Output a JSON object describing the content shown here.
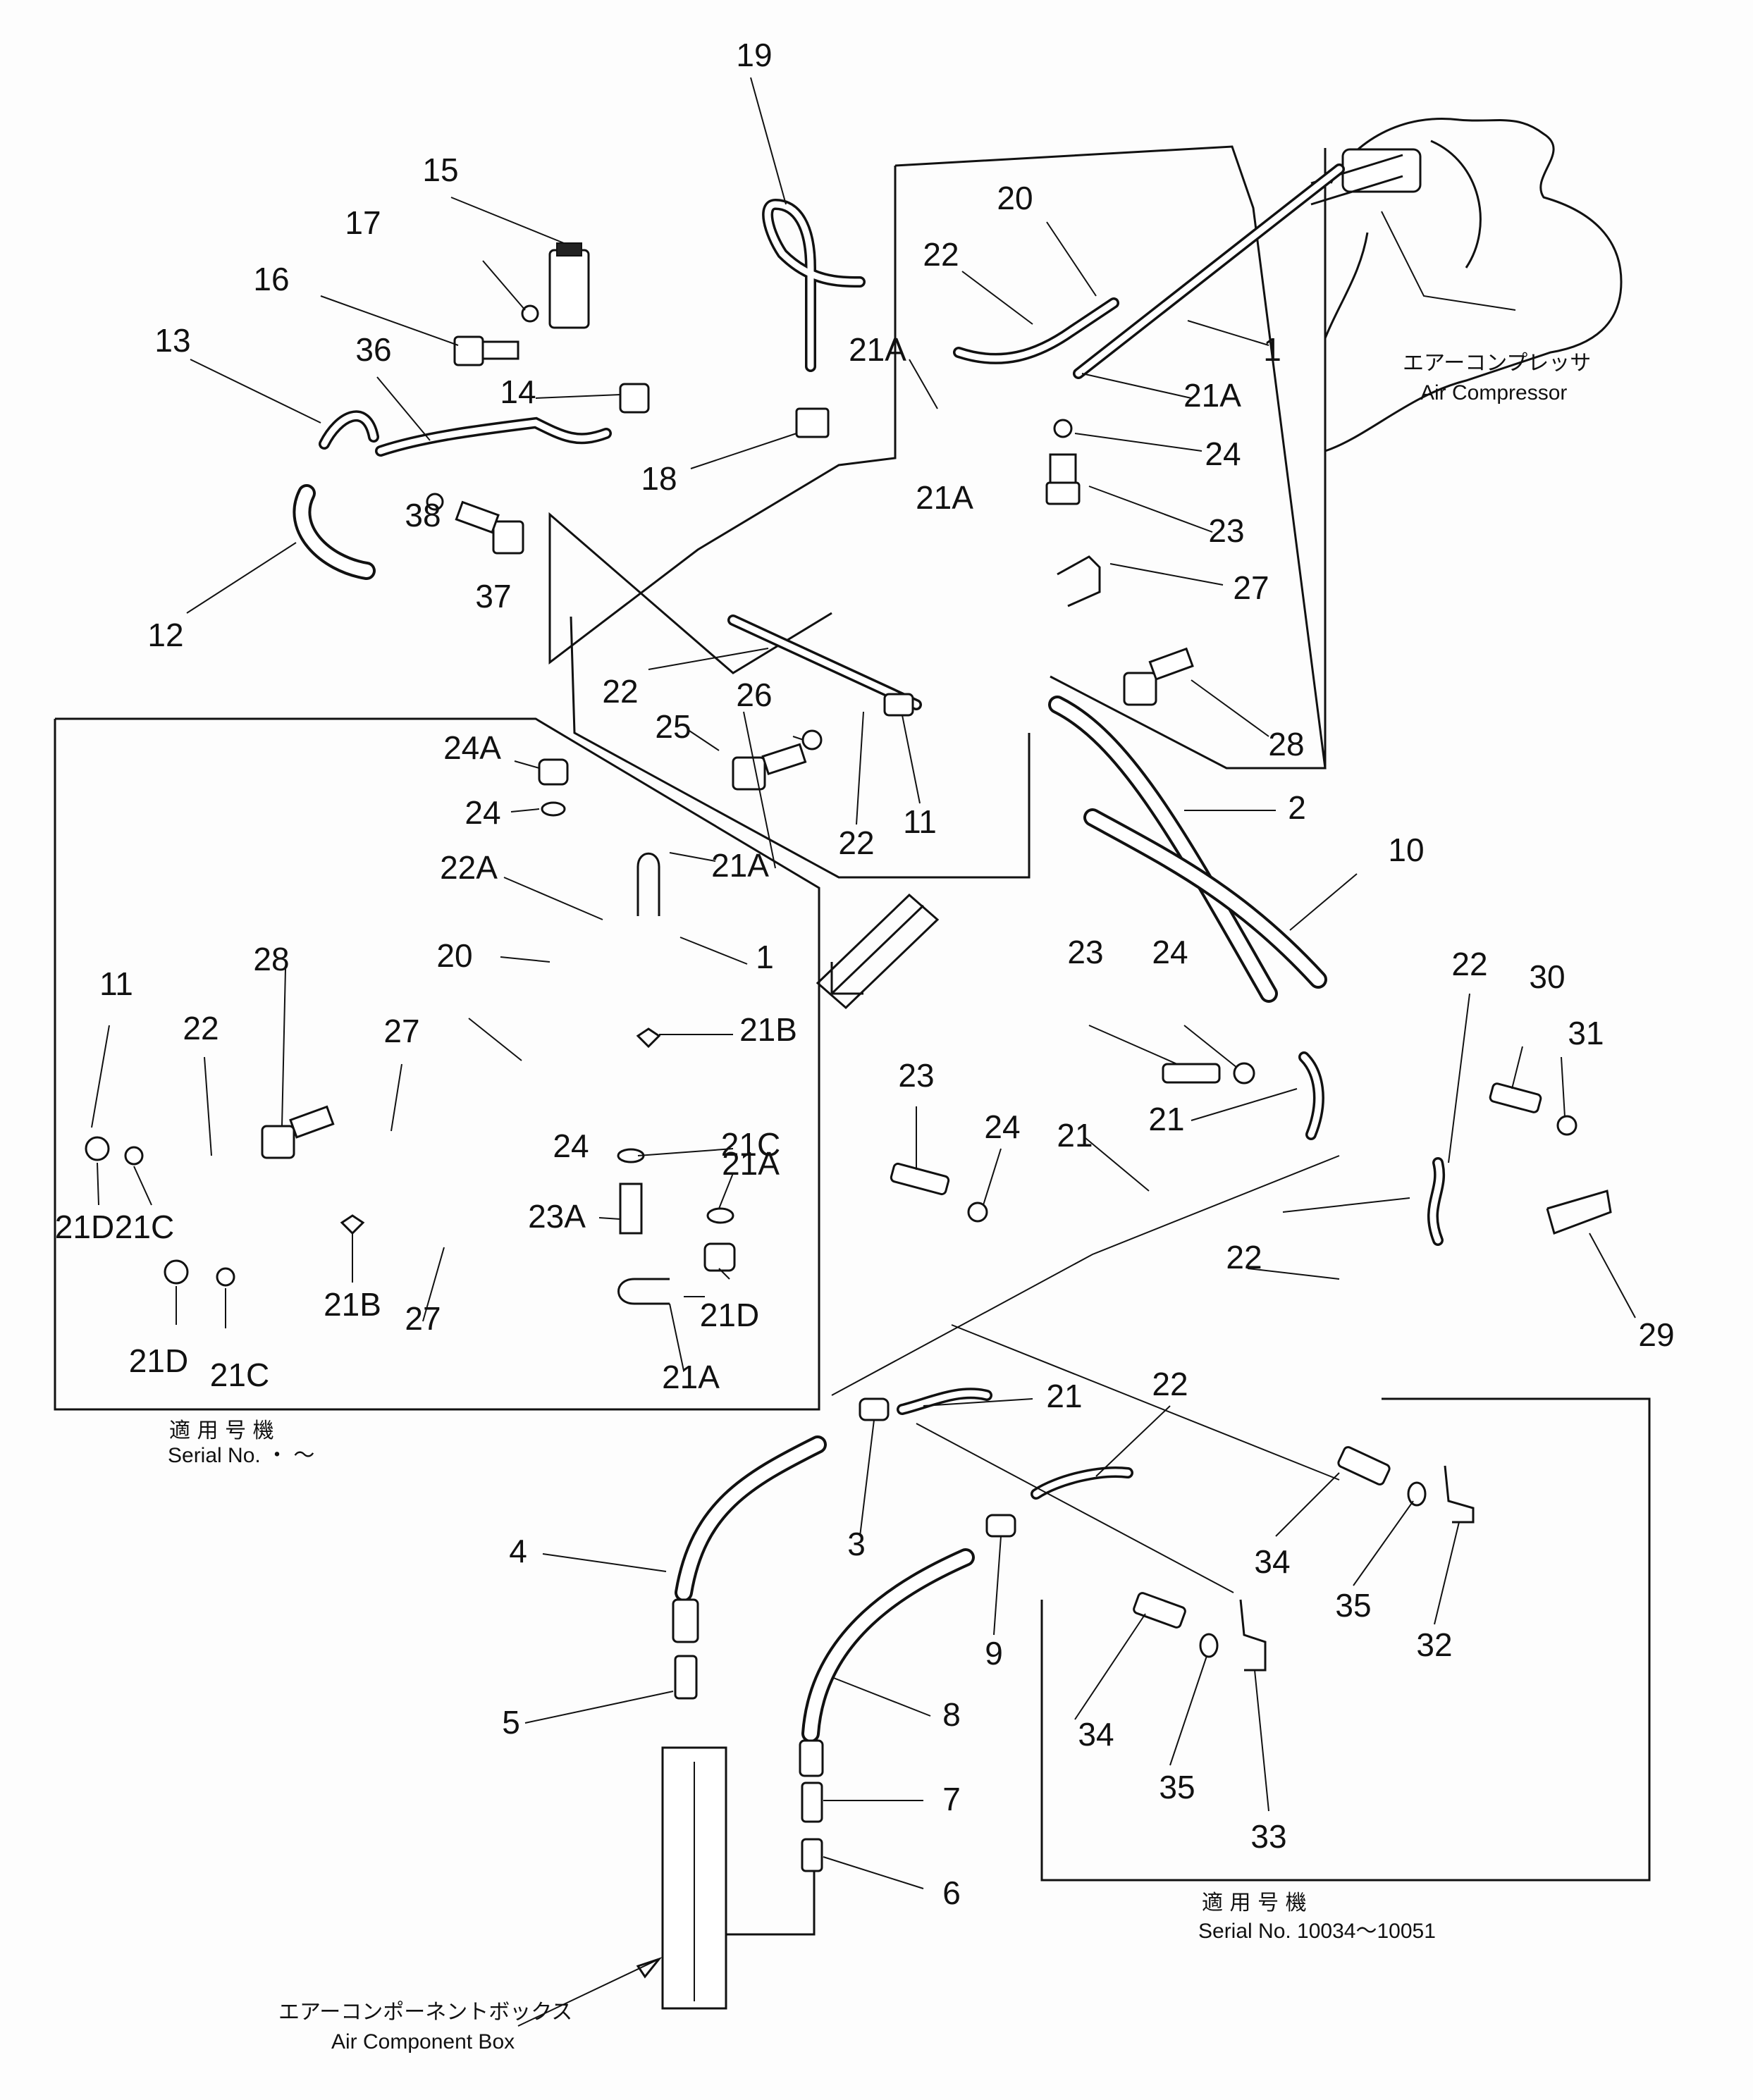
{
  "labels": [
    {
      "t": "19"
    },
    {
      "t": "15"
    },
    {
      "t": "20"
    },
    {
      "t": "17"
    },
    {
      "t": "22"
    },
    {
      "t": "16"
    },
    {
      "t": "1"
    },
    {
      "t": "13"
    },
    {
      "t": "36"
    },
    {
      "t": "21A"
    },
    {
      "t": "21A"
    },
    {
      "t": "14"
    },
    {
      "t": "24"
    },
    {
      "t": "18"
    },
    {
      "t": "21A"
    },
    {
      "t": "38"
    },
    {
      "t": "23"
    },
    {
      "t": "37"
    },
    {
      "t": "27"
    },
    {
      "t": "12"
    },
    {
      "t": "22"
    },
    {
      "t": "26"
    },
    {
      "t": "25"
    },
    {
      "t": "28"
    },
    {
      "t": "22"
    },
    {
      "t": "11"
    },
    {
      "t": "2"
    },
    {
      "t": "24A"
    },
    {
      "t": "24"
    },
    {
      "t": "10"
    },
    {
      "t": "21A"
    },
    {
      "t": "22A"
    },
    {
      "t": "1"
    },
    {
      "t": "20"
    },
    {
      "t": "28"
    },
    {
      "t": "11"
    },
    {
      "t": "22"
    },
    {
      "t": "27"
    },
    {
      "t": "21B"
    },
    {
      "t": "23"
    },
    {
      "t": "24"
    },
    {
      "t": "22"
    },
    {
      "t": "30"
    },
    {
      "t": "31"
    },
    {
      "t": "21"
    },
    {
      "t": "23"
    },
    {
      "t": "24"
    },
    {
      "t": "21"
    },
    {
      "t": "21C"
    },
    {
      "t": "24"
    },
    {
      "t": "21A"
    },
    {
      "t": "23A"
    },
    {
      "t": "22"
    },
    {
      "t": "21D"
    },
    {
      "t": "21C"
    },
    {
      "t": "21B"
    },
    {
      "t": "27"
    },
    {
      "t": "21D"
    },
    {
      "t": "29"
    },
    {
      "t": "21D"
    },
    {
      "t": "21C"
    },
    {
      "t": "21A"
    },
    {
      "t": "21"
    },
    {
      "t": "22"
    },
    {
      "t": "3"
    },
    {
      "t": "34"
    },
    {
      "t": "35"
    },
    {
      "t": "32"
    },
    {
      "t": "4"
    },
    {
      "t": "9"
    },
    {
      "t": "5"
    },
    {
      "t": "8"
    },
    {
      "t": "34"
    },
    {
      "t": "7"
    },
    {
      "t": "35"
    },
    {
      "t": "6"
    },
    {
      "t": "33"
    }
  ],
  "captions": {
    "compressor_jp": "エアーコンプレッサ",
    "compressor_en": "Air Compressor",
    "serial_left_jp": "適 用 号 機",
    "serial_left_en": "Serial No.   ・ ～",
    "serial_right_jp": "適 用 号 機",
    "serial_right_en": "Serial No. 10034～10051",
    "box_jp": "エアーコンポーネントボックス",
    "box_en": "Air Component Box"
  }
}
